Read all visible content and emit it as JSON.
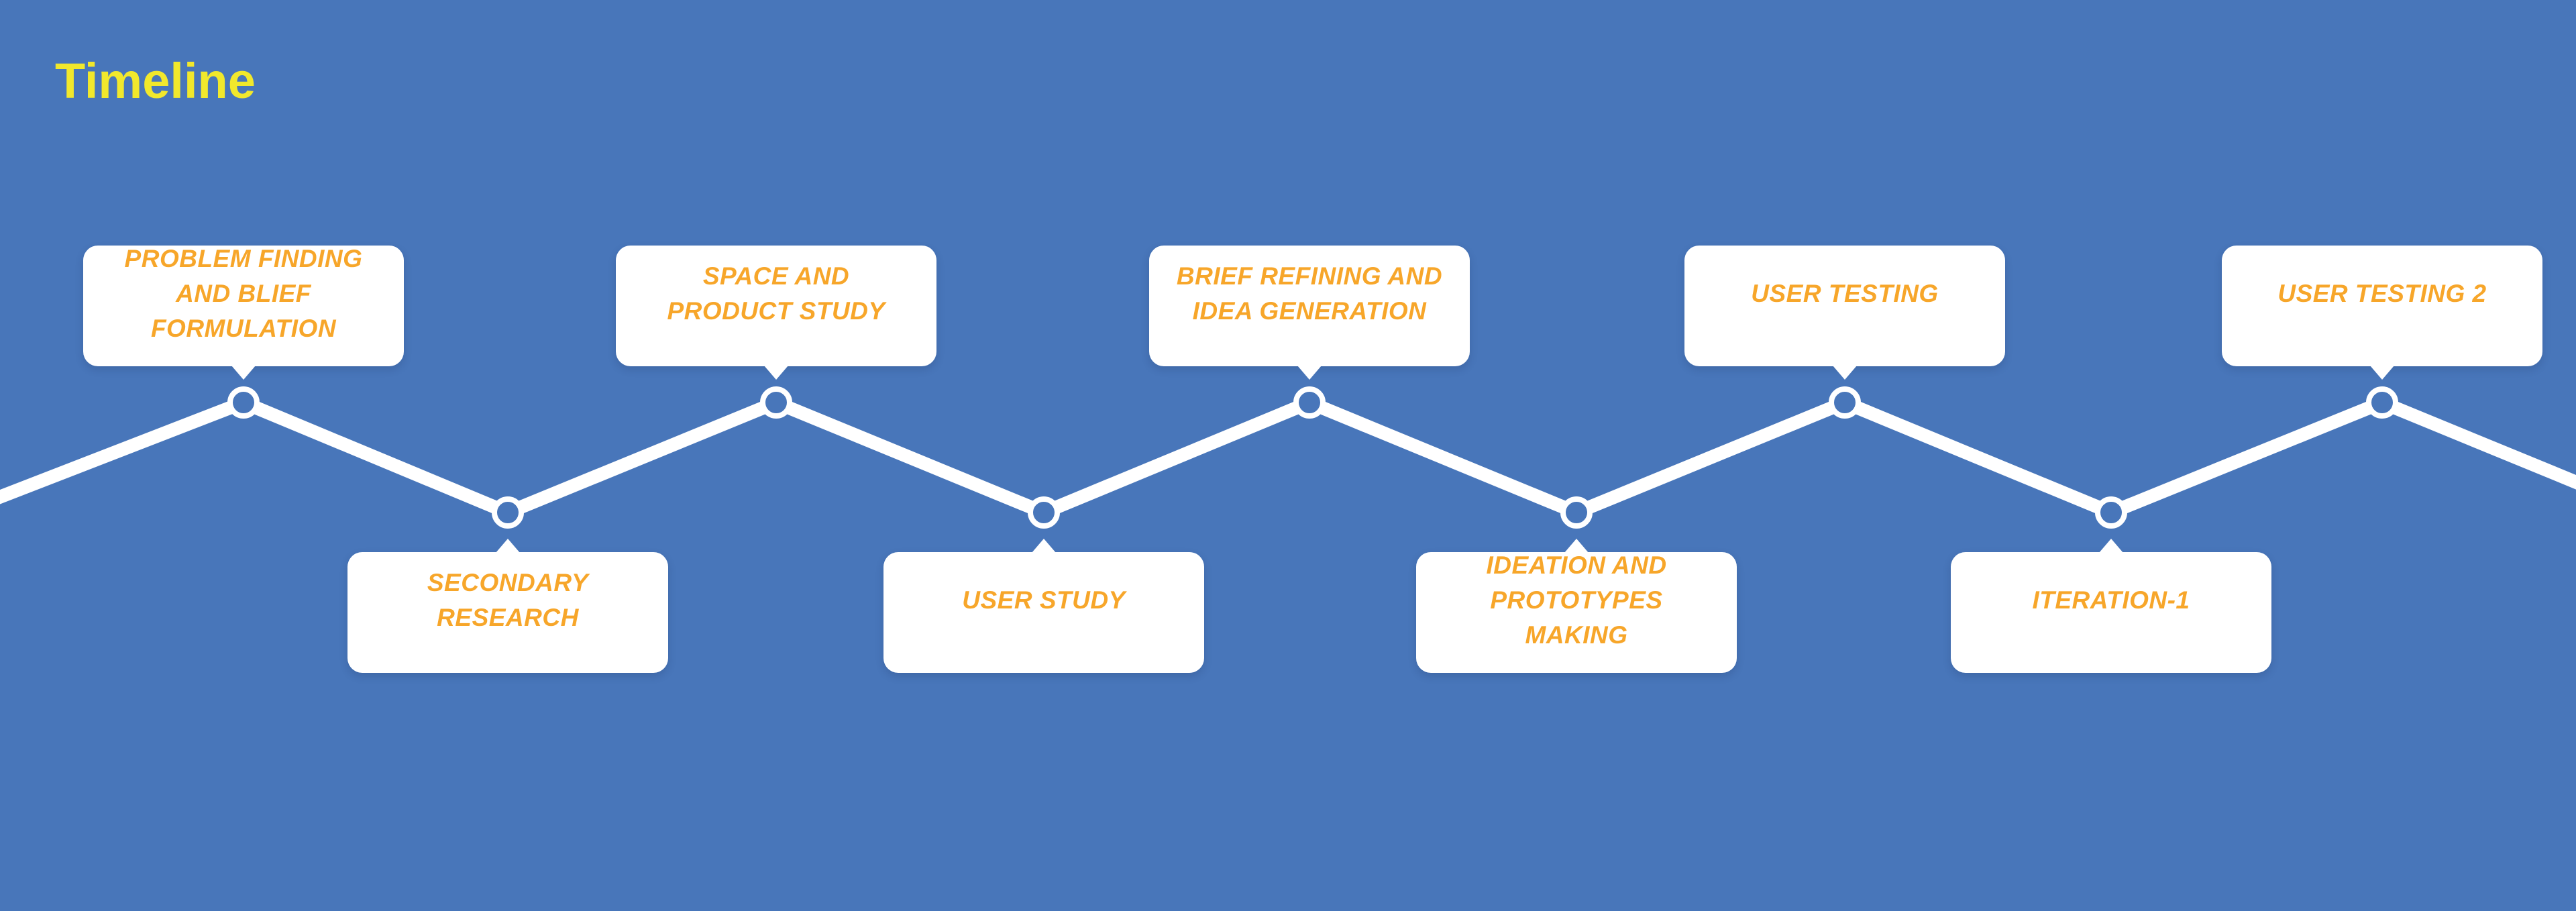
{
  "page": {
    "title_label": "Timeline"
  },
  "colors": {
    "bg": "#4876BA",
    "card": "#FFFFFF",
    "line": "#FFFFFF",
    "accent": "#F7A62A",
    "title": "#F1E82C"
  },
  "timeline": {
    "steps": [
      {
        "label": "PROBLEM FINDING\nAND BLIEF\nFORMULATION",
        "position": "top"
      },
      {
        "label": "SECONDARY\nRESEARCH",
        "position": "bottom"
      },
      {
        "label": "SPACE AND\nPRODUCT STUDY",
        "position": "top"
      },
      {
        "label": "USER STUDY",
        "position": "bottom"
      },
      {
        "label": "BRIEF REFINING AND\nIDEA GENERATION",
        "position": "top"
      },
      {
        "label": "IDEATION AND\nPROTOTYPES\nMAKING",
        "position": "bottom"
      },
      {
        "label": "USER TESTING",
        "position": "top"
      },
      {
        "label": "ITERATION-1",
        "position": "bottom"
      },
      {
        "label": "USER TESTING 2",
        "position": "top"
      }
    ]
  }
}
